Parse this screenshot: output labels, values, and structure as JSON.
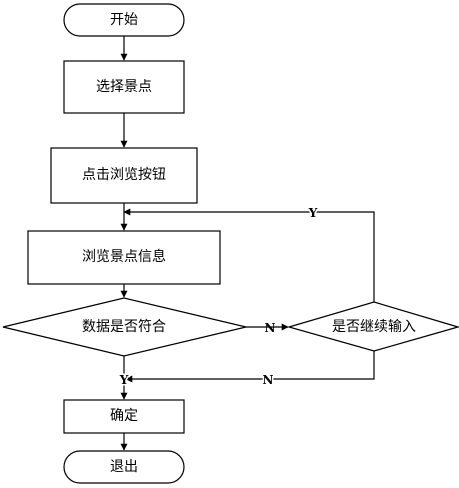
{
  "nodes": {
    "start": "开始",
    "select_spot": "选择景点",
    "click_browse": "点击浏览按钮",
    "browse_info": "浏览景点信息",
    "data_match": "数据是否符合",
    "continue_input": "是否继续输入",
    "confirm": "确定",
    "exit": "退出"
  },
  "edges": {
    "match_no": "N",
    "match_yes": "Y",
    "continue_yes": "Y",
    "continue_no": "N"
  }
}
